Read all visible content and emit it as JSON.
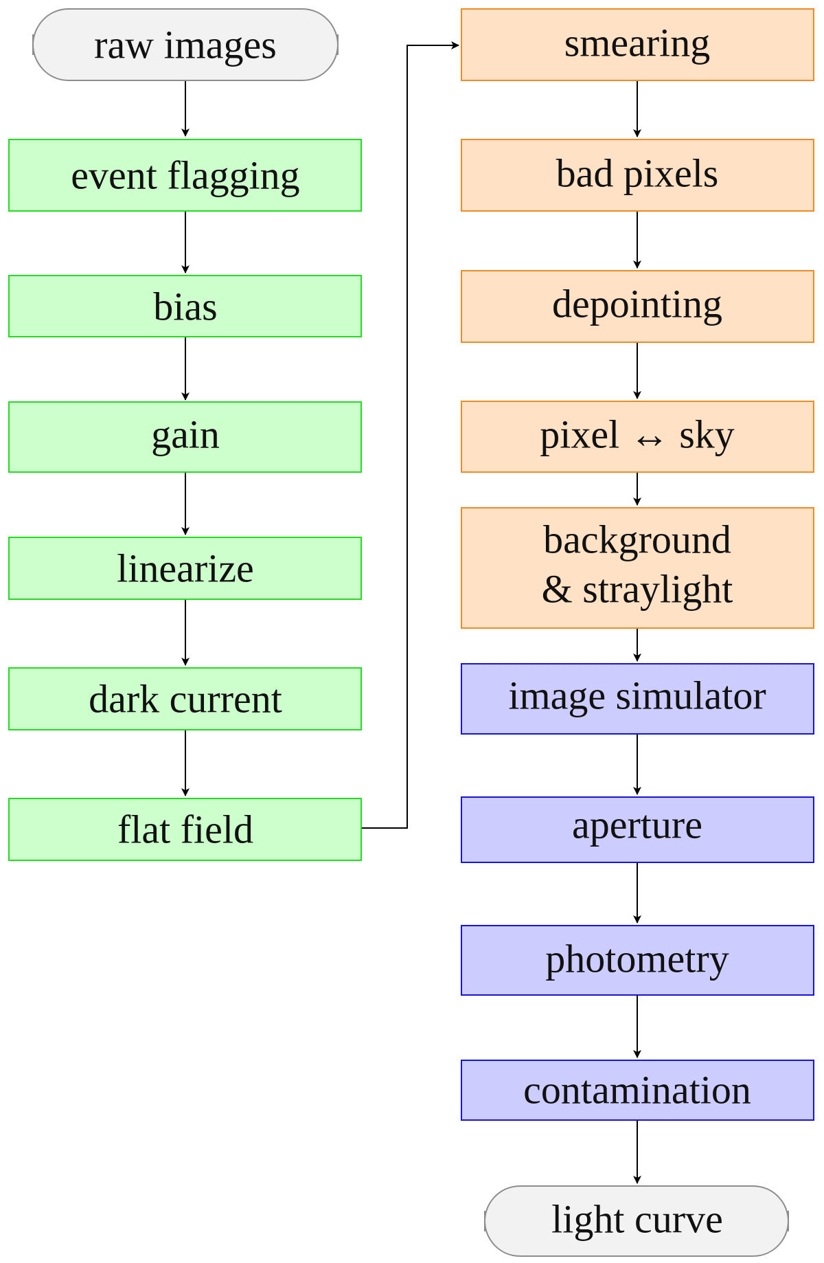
{
  "diagram": {
    "colors": {
      "terminal_fill": "#f2f2f2",
      "terminal_stroke": "#8c8c8c",
      "green_fill": "#ccffcc",
      "green_stroke": "#22dd22",
      "orange_fill": "#ffe2c6",
      "orange_stroke": "#f08a24",
      "blue_fill": "#ccccff",
      "blue_stroke": "#1515dd",
      "edge": "#000000"
    },
    "nodes": {
      "raw_images": "raw images",
      "event_flagging": "event flagging",
      "bias": "bias",
      "gain": "gain",
      "linearize": "linearize",
      "dark_current": "dark current",
      "flat_field": "flat field",
      "smearing": "smearing",
      "bad_pixels": "bad pixels",
      "depointing": "depointing",
      "pixel_sky": "pixel ↔ sky",
      "background_line1": "background",
      "background_line2": "& straylight",
      "image_simulator": "image simulator",
      "aperture": "aperture",
      "photometry": "photometry",
      "contamination": "contamination",
      "light_curve": "light curve"
    },
    "edges": [
      [
        "raw images",
        "event flagging"
      ],
      [
        "event flagging",
        "bias"
      ],
      [
        "bias",
        "gain"
      ],
      [
        "gain",
        "linearize"
      ],
      [
        "linearize",
        "dark current"
      ],
      [
        "dark current",
        "flat field"
      ],
      [
        "flat field",
        "smearing"
      ],
      [
        "smearing",
        "bad pixels"
      ],
      [
        "bad pixels",
        "depointing"
      ],
      [
        "depointing",
        "pixel ↔ sky"
      ],
      [
        "pixel ↔ sky",
        "background & straylight"
      ],
      [
        "background & straylight",
        "image simulator"
      ],
      [
        "image simulator",
        "aperture"
      ],
      [
        "aperture",
        "photometry"
      ],
      [
        "photometry",
        "contamination"
      ],
      [
        "contamination",
        "light curve"
      ]
    ]
  }
}
